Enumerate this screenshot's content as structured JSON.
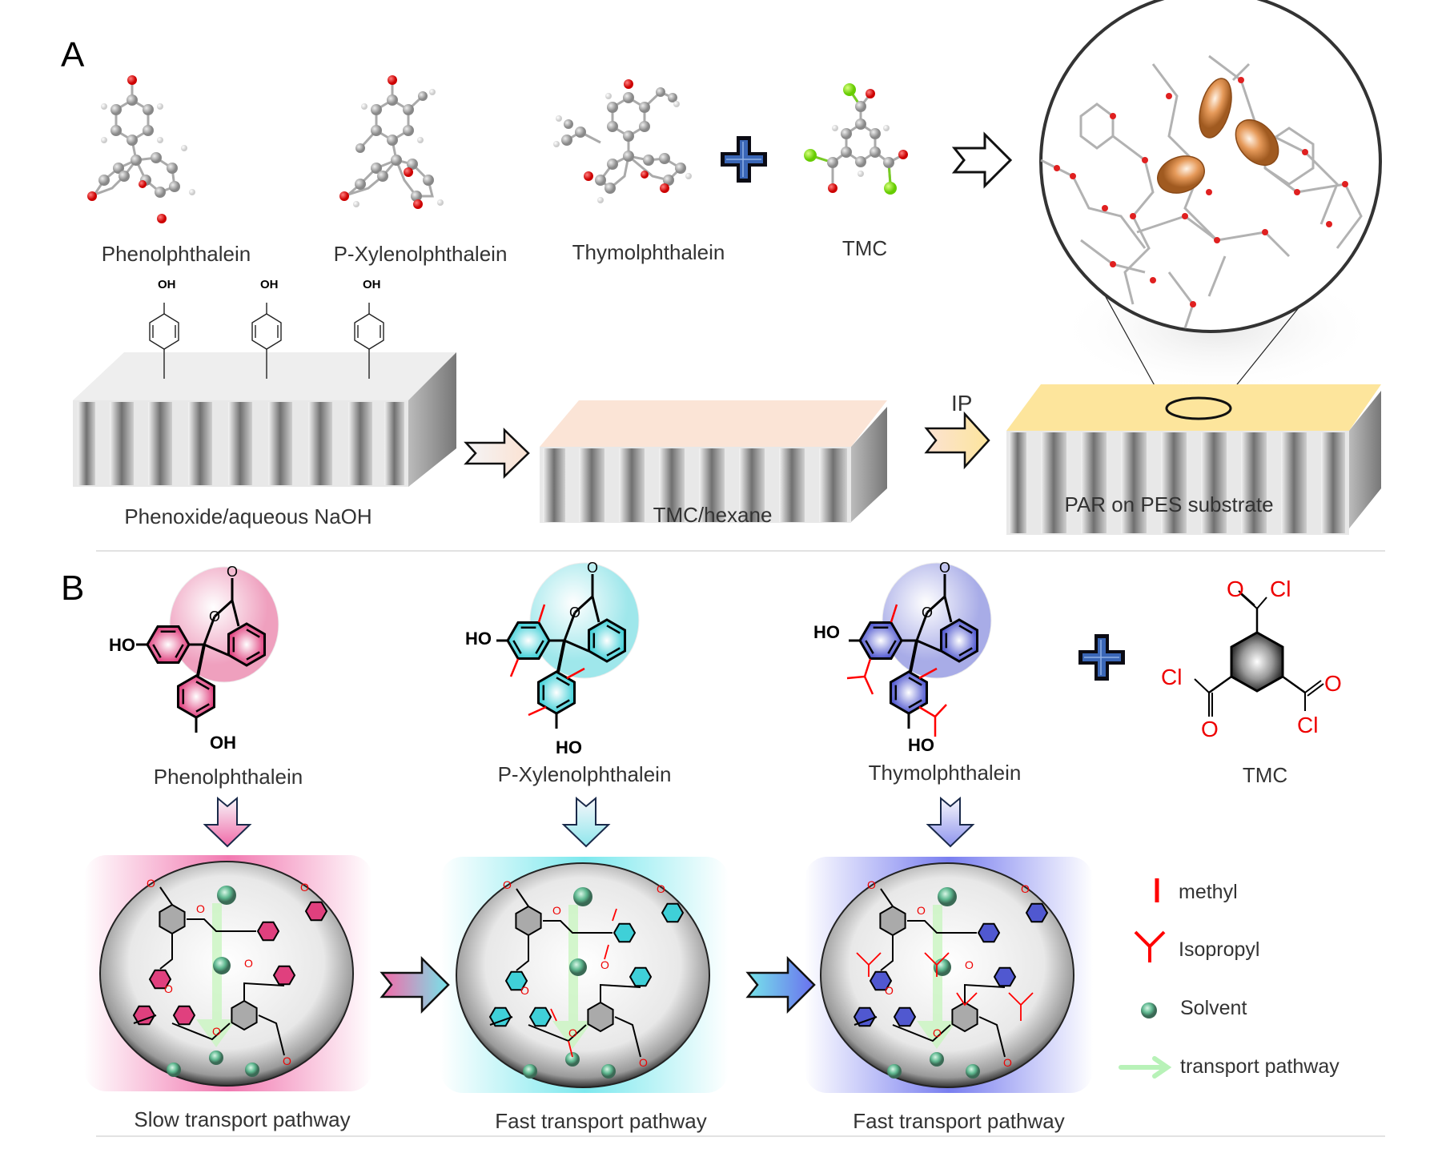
{
  "panel_a": {
    "letter": "A",
    "molecules": [
      {
        "label": "Phenolphthalein"
      },
      {
        "label": "P-Xylenolphthalein"
      },
      {
        "label": "Thymolphthalein"
      },
      {
        "label": "TMC"
      }
    ],
    "plus_icon": "plus-icon",
    "substrates": [
      {
        "label": "Phenoxide/aqueous NaOH",
        "top_color": "#eeeeee",
        "phenol_label": "OH"
      },
      {
        "label": "TMC/hexane",
        "top_color": "#fbe4d6"
      },
      {
        "label": "PAR on PES substrate",
        "top_color": "#fde59c"
      }
    ],
    "arrow_label": "IP"
  },
  "panel_b": {
    "letter": "B",
    "monomers": [
      {
        "label": "Phenolphthalein",
        "ring_color": "#e0407e",
        "circle_color": "#f8c6c6",
        "oh_top": "HO",
        "oh_bottom": "OH"
      },
      {
        "label": "P-Xylenolphthalein",
        "ring_color": "#3fd0d8",
        "circle_color": "#cdeff2",
        "oh_top": "HO",
        "oh_bottom": "HO"
      },
      {
        "label": "Thymolphthalein",
        "ring_color": "#5058d0",
        "circle_color": "#c9cdf2",
        "oh_top": "HO",
        "oh_bottom": "HO"
      },
      {
        "label": "TMC",
        "cl": "Cl",
        "o": "O"
      }
    ],
    "pathways": [
      {
        "label": "Slow transport pathway",
        "glow_color": "#f06aa8"
      },
      {
        "label": "Fast transport pathway",
        "glow_color": "#6ee6ec"
      },
      {
        "label": "Fast transport pathway",
        "glow_color": "#6a70ee"
      }
    ],
    "legend": [
      {
        "icon": "methyl-line-icon",
        "label": "methyl"
      },
      {
        "icon": "isopropyl-y-icon",
        "label": "Isopropyl"
      },
      {
        "icon": "solvent-sphere-icon",
        "label": "Solvent"
      },
      {
        "icon": "transport-arrow-icon",
        "label": "transport pathway"
      }
    ]
  }
}
